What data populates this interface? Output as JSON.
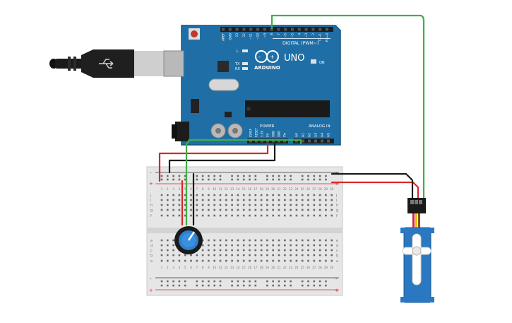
{
  "arduino": {
    "brand": "ARDUINO",
    "model": "UNO",
    "digital_label": "DIGITAL (PWM~)",
    "analog_label": "ANALOG IN",
    "power_label": "POWER",
    "on_label": "ON",
    "tx_label": "TX",
    "rx_label": "RX",
    "l_label": "L",
    "digital_pins": [
      "AREF",
      "GND",
      "13",
      "12",
      "~11",
      "~10",
      "~9",
      "8",
      "7",
      "~6",
      "~5",
      "4",
      "~3",
      "2",
      "TX→1",
      "RX←0"
    ],
    "power_pins": [
      "IOREF",
      "RESET",
      "3.3V",
      "5V",
      "GND",
      "GND",
      "Vin"
    ],
    "analog_pins": [
      "A0",
      "A1",
      "A2",
      "A3",
      "A4",
      "A5"
    ]
  },
  "breadboard": {
    "row_letters_top": [
      "j",
      "i",
      "h",
      "g",
      "f"
    ],
    "row_letters_bottom": [
      "e",
      "d",
      "c",
      "b",
      "a"
    ],
    "plus": "+",
    "minus": "-"
  },
  "colors": {
    "board": "#1f6fa6",
    "board_dark": "#17557f",
    "wire_red": "#d9262b",
    "wire_black": "#1a1a1a",
    "wire_green": "#3fae49",
    "servo": "#2a78c2",
    "pot": "#2f7fcf"
  },
  "icons": {
    "usb": "usb-cable-icon",
    "infinity": "arduino-logo-icon",
    "servo": "servo-motor-icon",
    "pot": "potentiometer-icon"
  }
}
